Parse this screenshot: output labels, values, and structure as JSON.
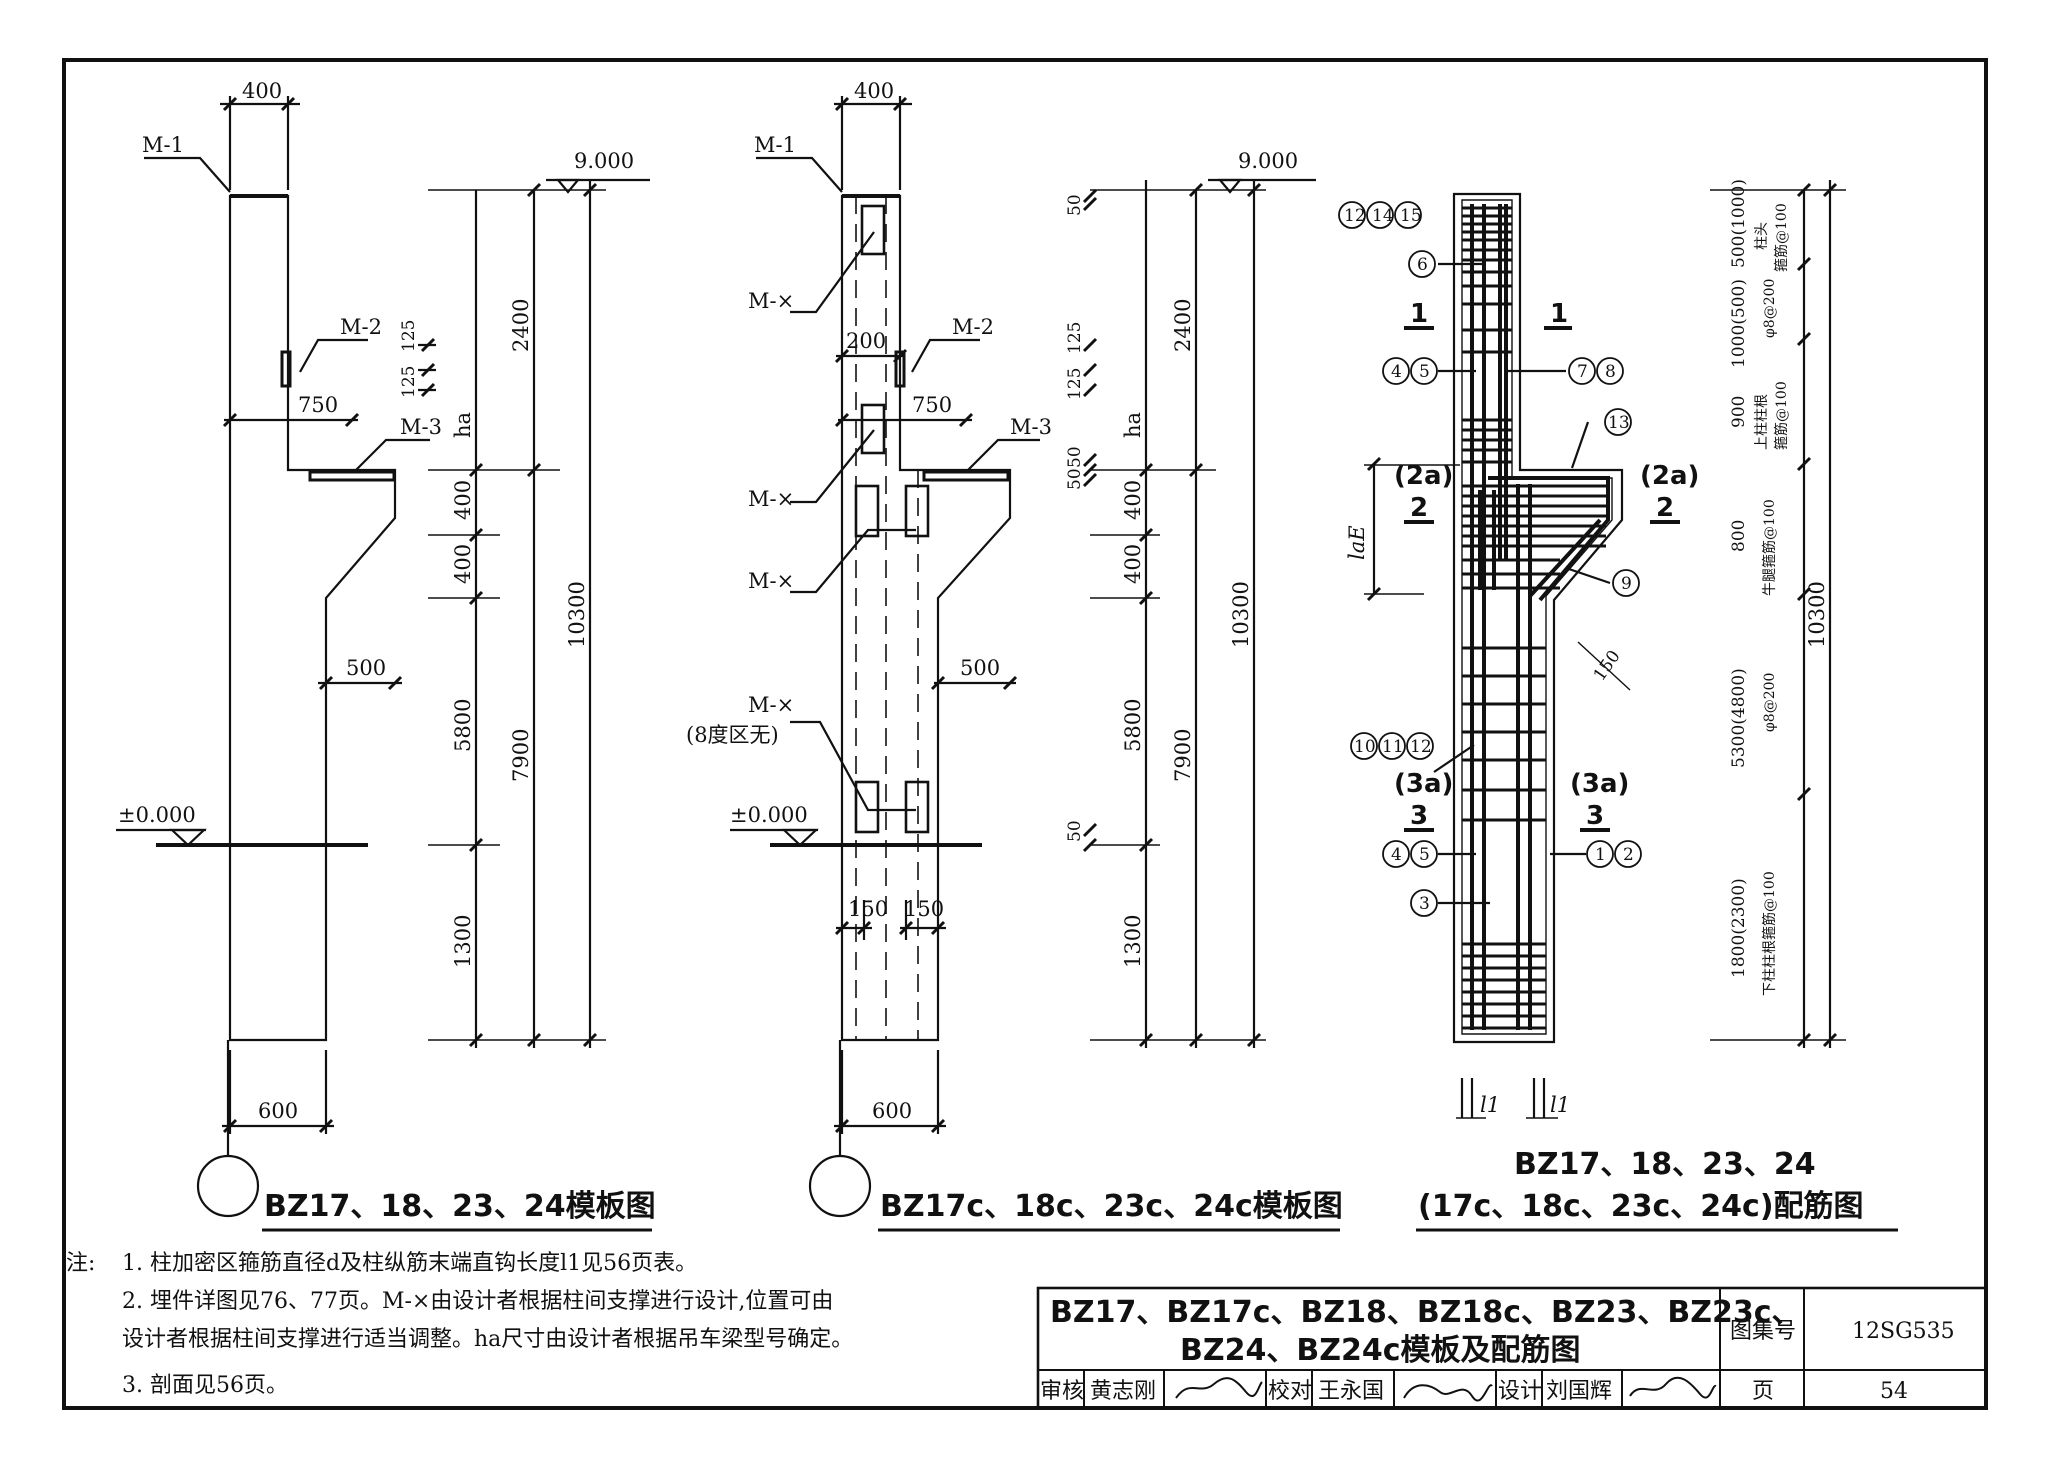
{
  "drawing1": {
    "caption": "BZ17、18、23、24模板图",
    "dims": {
      "top_width": "400",
      "lower_width": "600",
      "corbel_len": "750",
      "step_500": "500",
      "v125a": "125",
      "v125b": "125",
      "v2400": "2400",
      "v_ha": "ha",
      "v400a": "400",
      "v400b": "400",
      "v5800": "5800",
      "v1300": "1300",
      "v7900": "7900",
      "v10300": "10300"
    },
    "labels": {
      "m1": "M-1",
      "m2": "M-2",
      "m3": "M-3",
      "elev_top": "9.000",
      "elev_zero": "±0.000"
    }
  },
  "drawing2": {
    "caption": "BZ17c、18c、23c、24c模板图",
    "dims": {
      "top_width": "400",
      "lower_width": "600",
      "corbel_len": "750",
      "step_500": "500",
      "w200": "200",
      "w150a": "150",
      "w150b": "150",
      "v50a": "50",
      "v125a": "125",
      "v125b": "125",
      "v50b": "50",
      "v50c": "50",
      "v2400": "2400",
      "v_ha": "ha",
      "v400a": "400",
      "v400b": "400",
      "v5800": "5800",
      "v50d": "50",
      "v1300": "1300",
      "v7900": "7900",
      "v10300": "10300"
    },
    "labels": {
      "m1": "M-1",
      "m2": "M-2",
      "m3": "M-3",
      "mx1": "M-×",
      "mx2": "M-×",
      "mx3": "M-×",
      "mx4": "M-×",
      "mx4_note": "(8度区无)",
      "elev_top": "9.000",
      "elev_zero": "±0.000"
    }
  },
  "drawing3": {
    "caption_line1": "BZ17、18、23、24",
    "caption_line2": "(17c、18c、23c、24c)配筋图",
    "sections": {
      "s1": "1",
      "s2": "2",
      "s2a": "(2a)",
      "s3": "3",
      "s3a": "(3a)"
    },
    "bars": {
      "b12": "12",
      "b14": "14",
      "b15": "15",
      "b6": "6",
      "b4": "4",
      "b5": "5",
      "b7": "7",
      "b8": "8",
      "b13": "13",
      "b9": "9",
      "b10": "10",
      "b11": "11",
      "b12b": "12",
      "b1": "1",
      "b2": "2",
      "b3": "3"
    },
    "labels": {
      "lae": "laE",
      "d150": "150",
      "l1a": "l1",
      "l1b": "l1"
    },
    "stirrups": {
      "z1": "500(1000)",
      "z1n": "柱头",
      "z1r": "箍筋@100",
      "z2": "1000(500)",
      "z2r": "φ8@200",
      "z3": "900",
      "z3n": "上柱柱根",
      "z3r": "箍筋@100",
      "z4": "800",
      "z4r": "牛腿箍筋@100",
      "z5": "5300(4800)",
      "z5r": "φ8@200",
      "z6": "1800(2300)",
      "z6r": "下柱柱根箍筋@100",
      "total": "10300"
    }
  },
  "notes": {
    "prefix": "注:",
    "n1": "1. 柱加密区箍筋直径d及柱纵筋末端直钩长度l1见56页表。",
    "n2a": "2. 埋件详图见76、77页。M-×由设计者根据柱间支撑进行设计,位置可由",
    "n2b": "设计者根据柱间支撑进行适当调整。ha尺寸由设计者根据吊车梁型号确定。",
    "n3": "3. 剖面见56页。"
  },
  "title_block": {
    "title_line1": "BZ17、BZ17c、BZ18、BZ18c、BZ23、BZ23c、",
    "title_line2": "BZ24、BZ24c模板及配筋图",
    "atlas_label": "图集号",
    "atlas_no": "12SG535",
    "page_label": "页",
    "page_no": "54",
    "review_label": "审核",
    "reviewer": "黄志刚",
    "check_label": "校对",
    "checker": "王永国",
    "design_label": "设计",
    "designer": "刘国辉"
  }
}
